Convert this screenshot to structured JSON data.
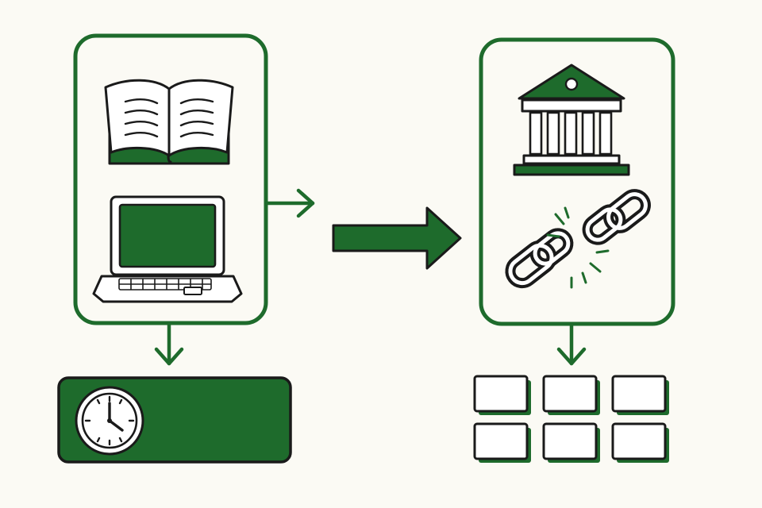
{
  "colors": {
    "background": "#fbfaf4",
    "accent_green": "#1e6b2c",
    "outline": "#1a1a1a",
    "paper": "#ffffff"
  },
  "diagram": {
    "left_panel": {
      "icons": [
        "open-book-icon",
        "laptop-icon"
      ]
    },
    "left_output": {
      "icons": [
        "clock-icon"
      ]
    },
    "right_panel": {
      "icons": [
        "institution-icon",
        "broken-chain-icon"
      ]
    },
    "right_output": {
      "grid_rows": 2,
      "grid_cols": 3
    },
    "connectors": [
      "arrow-left-panel-right",
      "big-arrow-center",
      "arrow-left-panel-down",
      "arrow-right-panel-down"
    ]
  }
}
